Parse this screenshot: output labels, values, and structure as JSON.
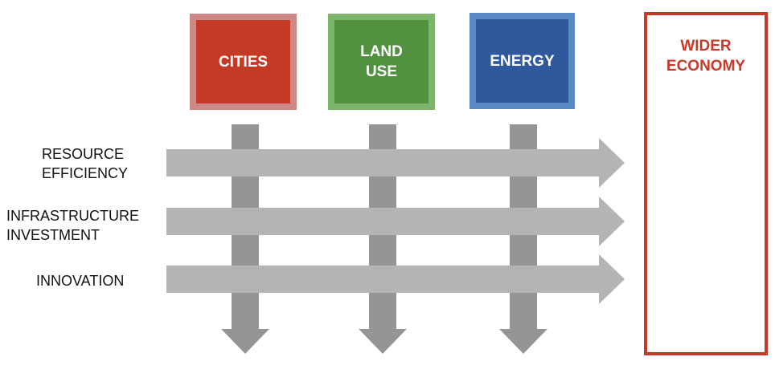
{
  "sectors": [
    {
      "label": "CITIES",
      "fill": "#c53a27",
      "border": "#cd8888"
    },
    {
      "label": "LAND\nUSE",
      "fill": "#519140",
      "border": "#7db66b"
    },
    {
      "label": "ENERGY",
      "fill": "#30589c",
      "border": "#5b89c6"
    }
  ],
  "drivers": [
    {
      "label": "RESOURCE\nEFFICIENCY"
    },
    {
      "label": "INFRASTRUCTURE\nINVESTMENT"
    },
    {
      "label": "INNOVATION"
    }
  ],
  "target": {
    "label": "WIDER\nECONOMY",
    "color": "#c8392a"
  },
  "colors": {
    "vertical_arrow": "#959595",
    "horizontal_arrow": "#b4b4b2"
  }
}
